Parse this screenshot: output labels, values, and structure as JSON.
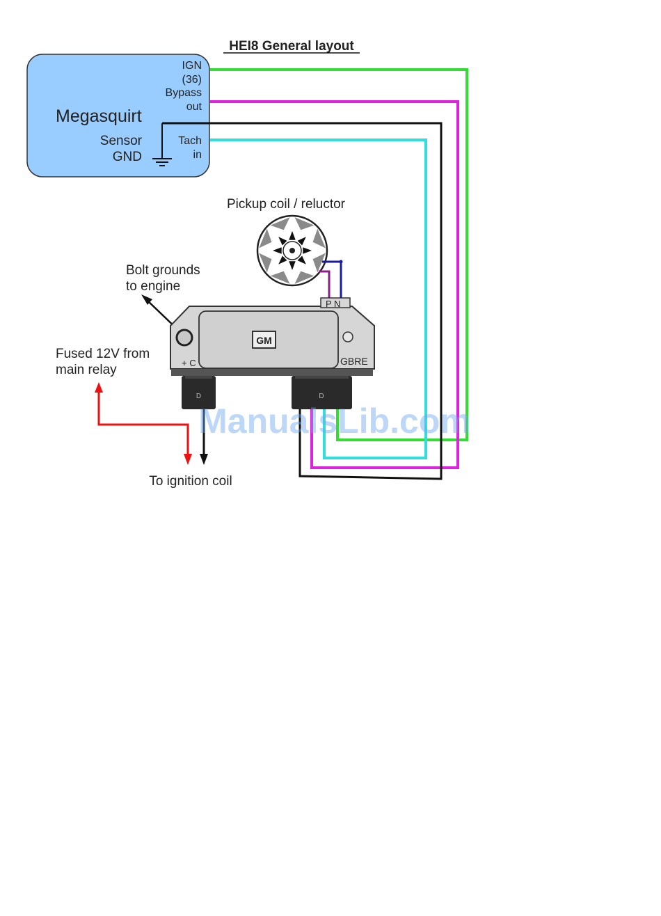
{
  "title": "HEI8 General layout",
  "megasquirt": {
    "name": "Megasquirt",
    "sensor_gnd": [
      "Sensor",
      "GND"
    ],
    "ign": [
      "IGN",
      "(36)"
    ],
    "bypass": [
      "Bypass",
      "out"
    ],
    "tach": [
      "Tach",
      "in"
    ],
    "fill_color": "#99ccff"
  },
  "pickup_coil_label": "Pickup coil / reluctor",
  "bolt_label": [
    "Bolt grounds",
    "to engine"
  ],
  "fused_label": [
    "Fused 12V from",
    "main relay"
  ],
  "ignition_coil_label": "To ignition coil",
  "module": {
    "logo": "GM",
    "left_pins": "+ C",
    "right_pins": "GBRE",
    "top_pins": "P N",
    "connector_mark": "D"
  },
  "watermark": "ManualsLib.com",
  "wire_colors": {
    "ign": "#33dd33",
    "bypass": "#dd22dd",
    "ground": "#111111",
    "tach": "#33dddd",
    "power": "#ee1111",
    "pickup_p": "#882288",
    "pickup_n": "#1a1aa0"
  }
}
